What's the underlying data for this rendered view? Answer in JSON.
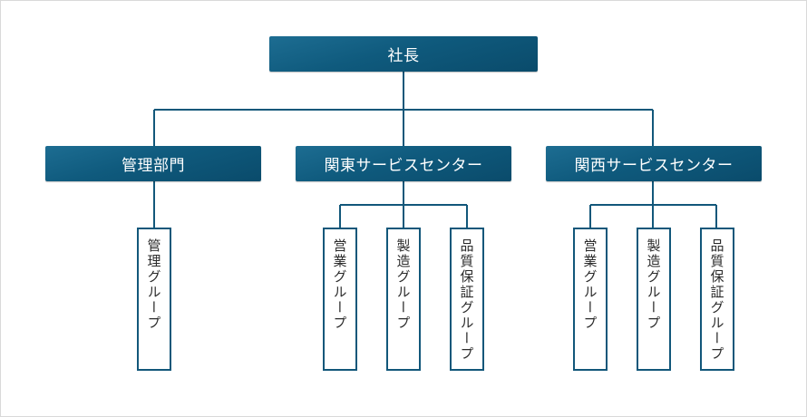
{
  "president": {
    "label": "社長"
  },
  "divisions": [
    {
      "label": "管理部門",
      "groups": [
        "管理グループ"
      ]
    },
    {
      "label": "関東サービスセンター",
      "groups": [
        "営業グループ",
        "製造グループ",
        "品質保証グループ"
      ]
    },
    {
      "label": "関西サービスセンター",
      "groups": [
        "営業グループ",
        "製造グループ",
        "品質保証グループ"
      ]
    }
  ],
  "colors": {
    "box": "#0f5a7d",
    "line": "#12577a",
    "text_light": "#ffffff"
  }
}
